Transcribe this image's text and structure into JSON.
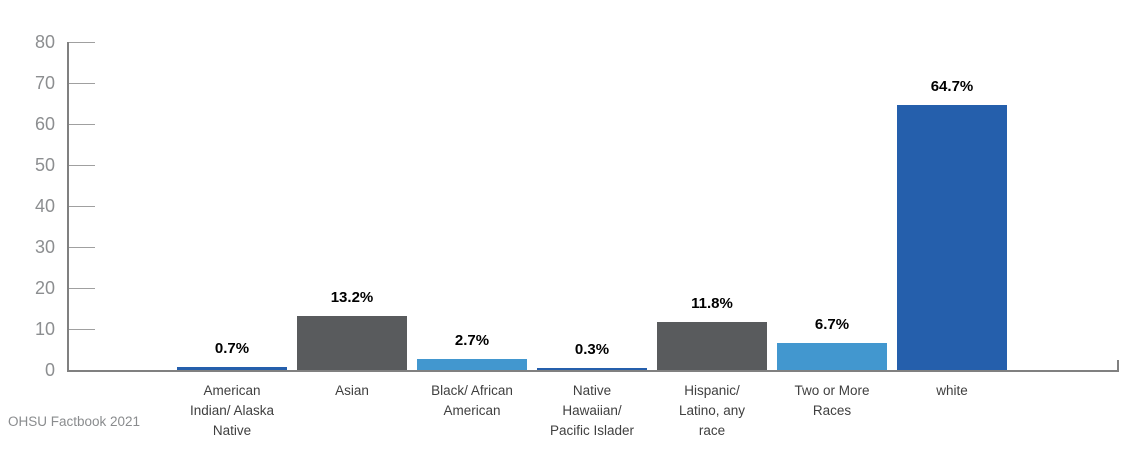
{
  "chart_data": {
    "type": "bar",
    "title": "",
    "xlabel": "",
    "ylabel": "",
    "categories": [
      "American Indian/ Alaska Native",
      "Asian",
      "Black/ African American",
      "Native Hawaiian/ Pacific Islader",
      "Hispanic/ Latino, any race",
      "Two or More Races",
      "white"
    ],
    "category_lines": [
      [
        "American",
        "Indian/ Alaska",
        "Native"
      ],
      [
        "Asian"
      ],
      [
        "Black/ African",
        "American"
      ],
      [
        "Native",
        "Hawaiian/",
        "Pacific Islader"
      ],
      [
        "Hispanic/",
        "Latino, any",
        "race"
      ],
      [
        "Two or More",
        "Races"
      ],
      [
        "white"
      ]
    ],
    "values": [
      0.7,
      13.2,
      2.7,
      0.3,
      11.8,
      6.7,
      64.7
    ],
    "value_labels": [
      "0.7%",
      "13.2%",
      "2.7%",
      "0.3%",
      "11.8%",
      "6.7%",
      "64.7%"
    ],
    "bar_colors": [
      "#255fac",
      "#595b5d",
      "#4297cf",
      "#255fac",
      "#595b5d",
      "#4297cf",
      "#255fac"
    ],
    "ylim": [
      0,
      80
    ],
    "yticks": [
      0,
      10,
      20,
      30,
      40,
      50,
      60,
      70,
      80
    ],
    "grid": false,
    "legend": "none"
  },
  "colors": {
    "bar_dark_blue": "#255fac",
    "bar_gray": "#595b5d",
    "bar_light_blue": "#4297cf",
    "axis": "#808080",
    "tick": "#a0a0a0",
    "ytick_label": "#8c8e90",
    "category_label": "#3f3f3f",
    "value_label": "#000000",
    "footer": "#8a8c8e",
    "background": "#ffffff"
  },
  "footer": {
    "source_label": "OHSU Factbook 2021"
  }
}
